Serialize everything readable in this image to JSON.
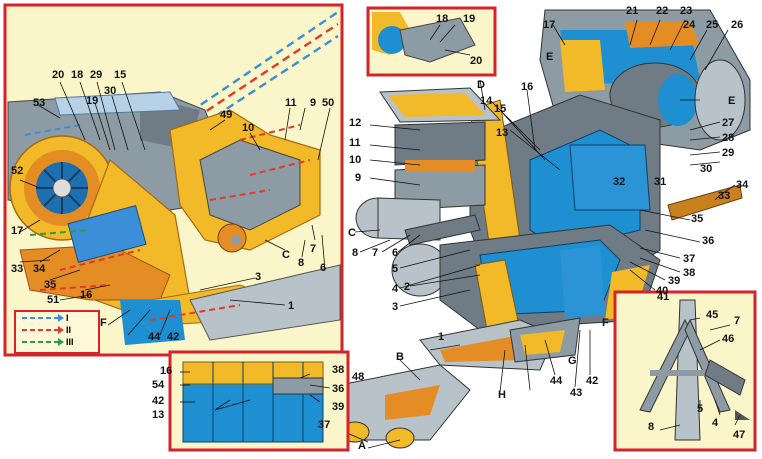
{
  "colors": {
    "frame": "#d3232b",
    "cream": "#fbf6c9",
    "yellow": "#f2b928",
    "orange": "#e58d25",
    "blue": "#1e8fd1",
    "gray": "#8d9ba5",
    "darkgray": "#5e6a73",
    "red_flow": "#e23a2a",
    "blue_flow": "#3a8fd8",
    "green_flow": "#2f9b45"
  },
  "legend": [
    {
      "label": "I",
      "color": "#3a8fd8"
    },
    {
      "label": "II",
      "color": "#e23a2a"
    },
    {
      "label": "III",
      "color": "#2f9b45"
    }
  ],
  "callouts_left": [
    "53",
    "20",
    "18",
    "19",
    "29",
    "15",
    "30",
    "52",
    "49",
    "10",
    "11",
    "9",
    "50",
    "17",
    "33",
    "34",
    "35",
    "51",
    "16",
    "3",
    "1",
    "44",
    "42",
    "F",
    "8",
    "C",
    "7",
    "6"
  ],
  "callouts_top_inset": [
    "18",
    "19",
    "20"
  ],
  "callouts_main": [
    "17",
    "21",
    "22",
    "23",
    "24",
    "25",
    "26",
    "E",
    "E",
    "D",
    "16",
    "14",
    "15",
    "13",
    "12",
    "11",
    "10",
    "9",
    "27",
    "28",
    "29",
    "30",
    "32",
    "31",
    "34",
    "33",
    "35",
    "36",
    "C",
    "8",
    "7",
    "6",
    "5",
    "4",
    "3",
    "2",
    "37",
    "38",
    "39",
    "40",
    "41",
    "F",
    "1",
    "42",
    "43",
    "44",
    "G",
    "H",
    "B",
    "A"
  ],
  "callouts_bottom_inset": [
    "16",
    "54",
    "42",
    "13",
    "38",
    "48",
    "36",
    "39",
    "37"
  ],
  "callouts_right_inset": [
    "45",
    "7",
    "46",
    "5",
    "4",
    "47",
    "8"
  ]
}
